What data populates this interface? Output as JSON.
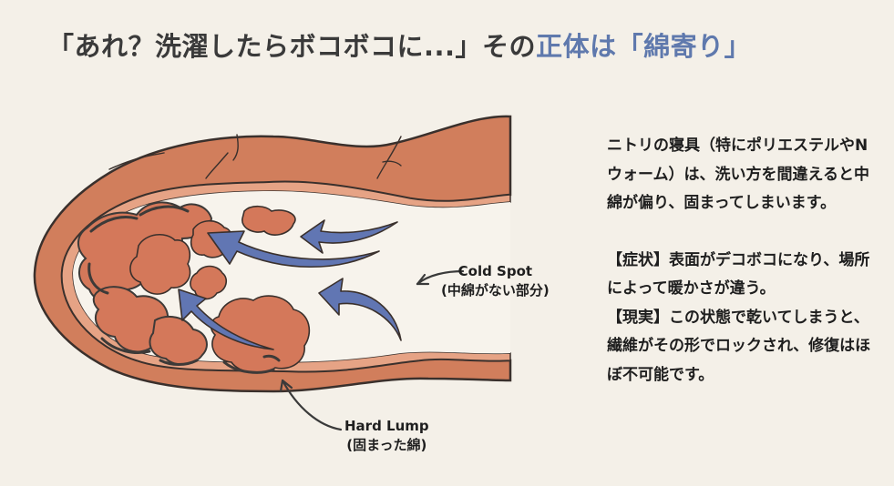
{
  "title": {
    "prefix": "「あれ？洗濯したらボコボコに...」その",
    "accent": "正体は「綿寄り」",
    "accent_color": "#5f79ad"
  },
  "illustration": {
    "description": "Cross-section of a comforter with clumped filling and empty cold areas",
    "colors": {
      "fabric": "#d17e5c",
      "fabric_inner": "#e6a385",
      "filling": "#d4785a",
      "shadow": "#3d3a38",
      "arrow": "#6176b3",
      "outline": "#3a302c"
    }
  },
  "callouts": {
    "cold_spot": {
      "label": "Cold Spot",
      "sub": "(中綿がない部分)"
    },
    "hard_lump": {
      "label": "Hard Lump",
      "sub": "(固まった綿)"
    }
  },
  "description": {
    "intro": "ニトリの寝具（特にポリエステルやNウォーム）は、洗い方を間違えると中綿が偏り、固まってしまいます。",
    "symptom": "【症状】表面がデコボコになり、場所によって暖かさが違う。",
    "reality": "【現実】この状態で乾いてしまうと、繊維がその形でロックされ、修復はほぼ不可能です。"
  }
}
